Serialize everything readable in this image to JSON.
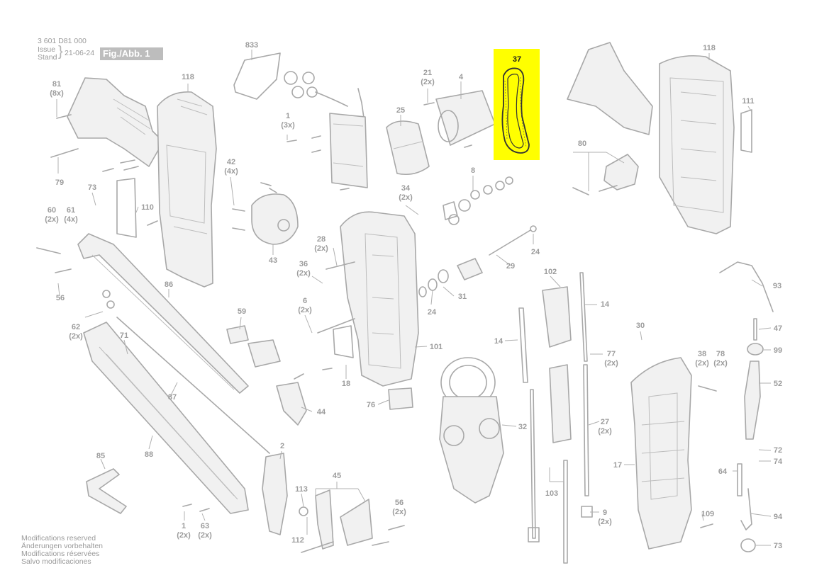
{
  "header": {
    "doc_number": "3 601 D81 000",
    "issue_label": "Issue",
    "stand_label": "Stand",
    "date": "21-06-24",
    "figure_label": "Fig./Abb. 1"
  },
  "highlight": {
    "part": "37",
    "color": "#ffff00"
  },
  "parts": [
    {
      "id": "p833",
      "num": "833"
    },
    {
      "id": "p81",
      "num": "81",
      "qty": "(8x)"
    },
    {
      "id": "p118a",
      "num": "118"
    },
    {
      "id": "p21",
      "num": "21",
      "qty": "(2x)"
    },
    {
      "id": "p4",
      "num": "4"
    },
    {
      "id": "p118b",
      "num": "118"
    },
    {
      "id": "p111",
      "num": "111"
    },
    {
      "id": "p25",
      "num": "25"
    },
    {
      "id": "p1a",
      "num": "1",
      "qty": "(3x)"
    },
    {
      "id": "p79",
      "num": "79"
    },
    {
      "id": "p42",
      "num": "42",
      "qty": "(4x)"
    },
    {
      "id": "p8",
      "num": "8"
    },
    {
      "id": "p80",
      "num": "80"
    },
    {
      "id": "p73a",
      "num": "73"
    },
    {
      "id": "p34",
      "num": "34",
      "qty": "(2x)"
    },
    {
      "id": "p60",
      "num": "60",
      "qty": "(2x)"
    },
    {
      "id": "p61",
      "num": "61",
      "qty": "(4x)"
    },
    {
      "id": "p110",
      "num": "110"
    },
    {
      "id": "p28",
      "num": "28",
      "qty": "(2x)"
    },
    {
      "id": "p24a",
      "num": "24"
    },
    {
      "id": "p43",
      "num": "43"
    },
    {
      "id": "p36",
      "num": "36",
      "qty": "(2x)"
    },
    {
      "id": "p29",
      "num": "29"
    },
    {
      "id": "p102",
      "num": "102"
    },
    {
      "id": "p93",
      "num": "93"
    },
    {
      "id": "p56a",
      "num": "56"
    },
    {
      "id": "p86",
      "num": "86"
    },
    {
      "id": "p6",
      "num": "6",
      "qty": "(2x)"
    },
    {
      "id": "p24b",
      "num": "24"
    },
    {
      "id": "p31",
      "num": "31"
    },
    {
      "id": "p14a",
      "num": "14"
    },
    {
      "id": "p62",
      "num": "62",
      "qty": "(2x)"
    },
    {
      "id": "p59",
      "num": "59"
    },
    {
      "id": "p71",
      "num": "71"
    },
    {
      "id": "p30",
      "num": "30"
    },
    {
      "id": "p47",
      "num": "47"
    },
    {
      "id": "p14b",
      "num": "14"
    },
    {
      "id": "p101",
      "num": "101"
    },
    {
      "id": "p99",
      "num": "99"
    },
    {
      "id": "p77",
      "num": "77",
      "qty": "(2x)"
    },
    {
      "id": "p38",
      "num": "38",
      "qty": "(2x)"
    },
    {
      "id": "p78",
      "num": "78",
      "qty": "(2x)"
    },
    {
      "id": "p18",
      "num": "18"
    },
    {
      "id": "p87",
      "num": "87"
    },
    {
      "id": "p52",
      "num": "52"
    },
    {
      "id": "p44",
      "num": "44"
    },
    {
      "id": "p76",
      "num": "76"
    },
    {
      "id": "p32",
      "num": "32"
    },
    {
      "id": "p27",
      "num": "27",
      "qty": "(2x)"
    },
    {
      "id": "p88",
      "num": "88"
    },
    {
      "id": "p72",
      "num": "72"
    },
    {
      "id": "p2",
      "num": "2"
    },
    {
      "id": "p85",
      "num": "85"
    },
    {
      "id": "p17",
      "num": "17"
    },
    {
      "id": "p74",
      "num": "74"
    },
    {
      "id": "p64",
      "num": "64"
    },
    {
      "id": "p45",
      "num": "45"
    },
    {
      "id": "p103",
      "num": "103"
    },
    {
      "id": "p113",
      "num": "113"
    },
    {
      "id": "p56b",
      "num": "56",
      "qty": "(2x)"
    },
    {
      "id": "p9",
      "num": "9",
      "qty": "(2x)"
    },
    {
      "id": "p109",
      "num": "109"
    },
    {
      "id": "p94",
      "num": "94"
    },
    {
      "id": "p1b",
      "num": "1",
      "qty": "(2x)"
    },
    {
      "id": "p63",
      "num": "63",
      "qty": "(2x)"
    },
    {
      "id": "p112",
      "num": "112"
    },
    {
      "id": "p73b",
      "num": "73"
    }
  ],
  "footer_notes": [
    "Modifications reserved",
    "Änderungen vorbehalten",
    "Modifications réservées",
    "Salvo modificaciones"
  ]
}
